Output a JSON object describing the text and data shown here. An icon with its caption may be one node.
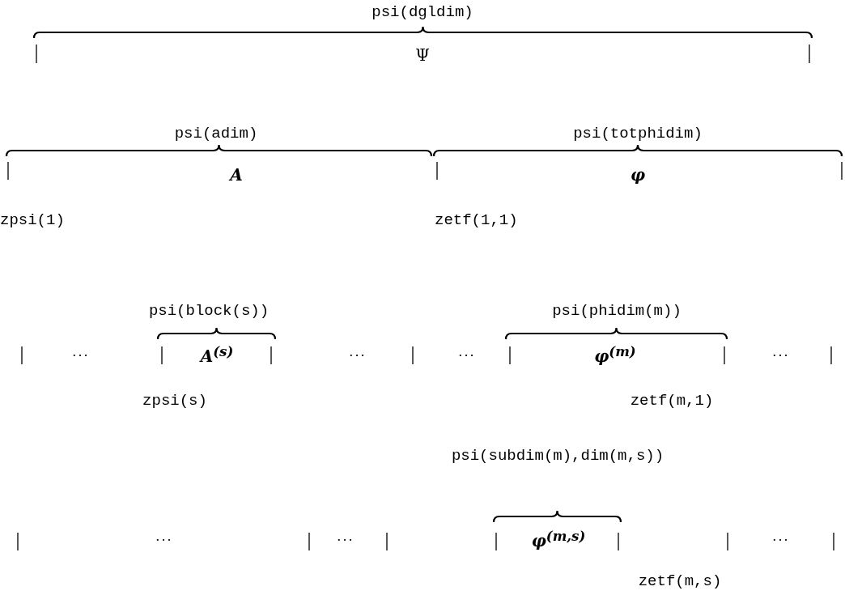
{
  "diagram": {
    "labels": [
      "psi(dgldim)",
      "Ψ",
      "psi(adim)",
      "psi(totphidim)",
      "A",
      "φ",
      "zpsi(1)",
      "zetf(1,1)",
      "psi(block(s))",
      "psi(phidim(m))",
      "···",
      "A$^{(s)}$",
      "···",
      "···",
      "φ$^{(m)}$",
      "···",
      "zpsi(s)",
      "zetf(m,1)",
      "psi(subdim(m),dim(m,s))",
      "···",
      "···",
      "φ$^{(m,s)}$",
      "···",
      "zetf(m,s)"
    ]
  }
}
